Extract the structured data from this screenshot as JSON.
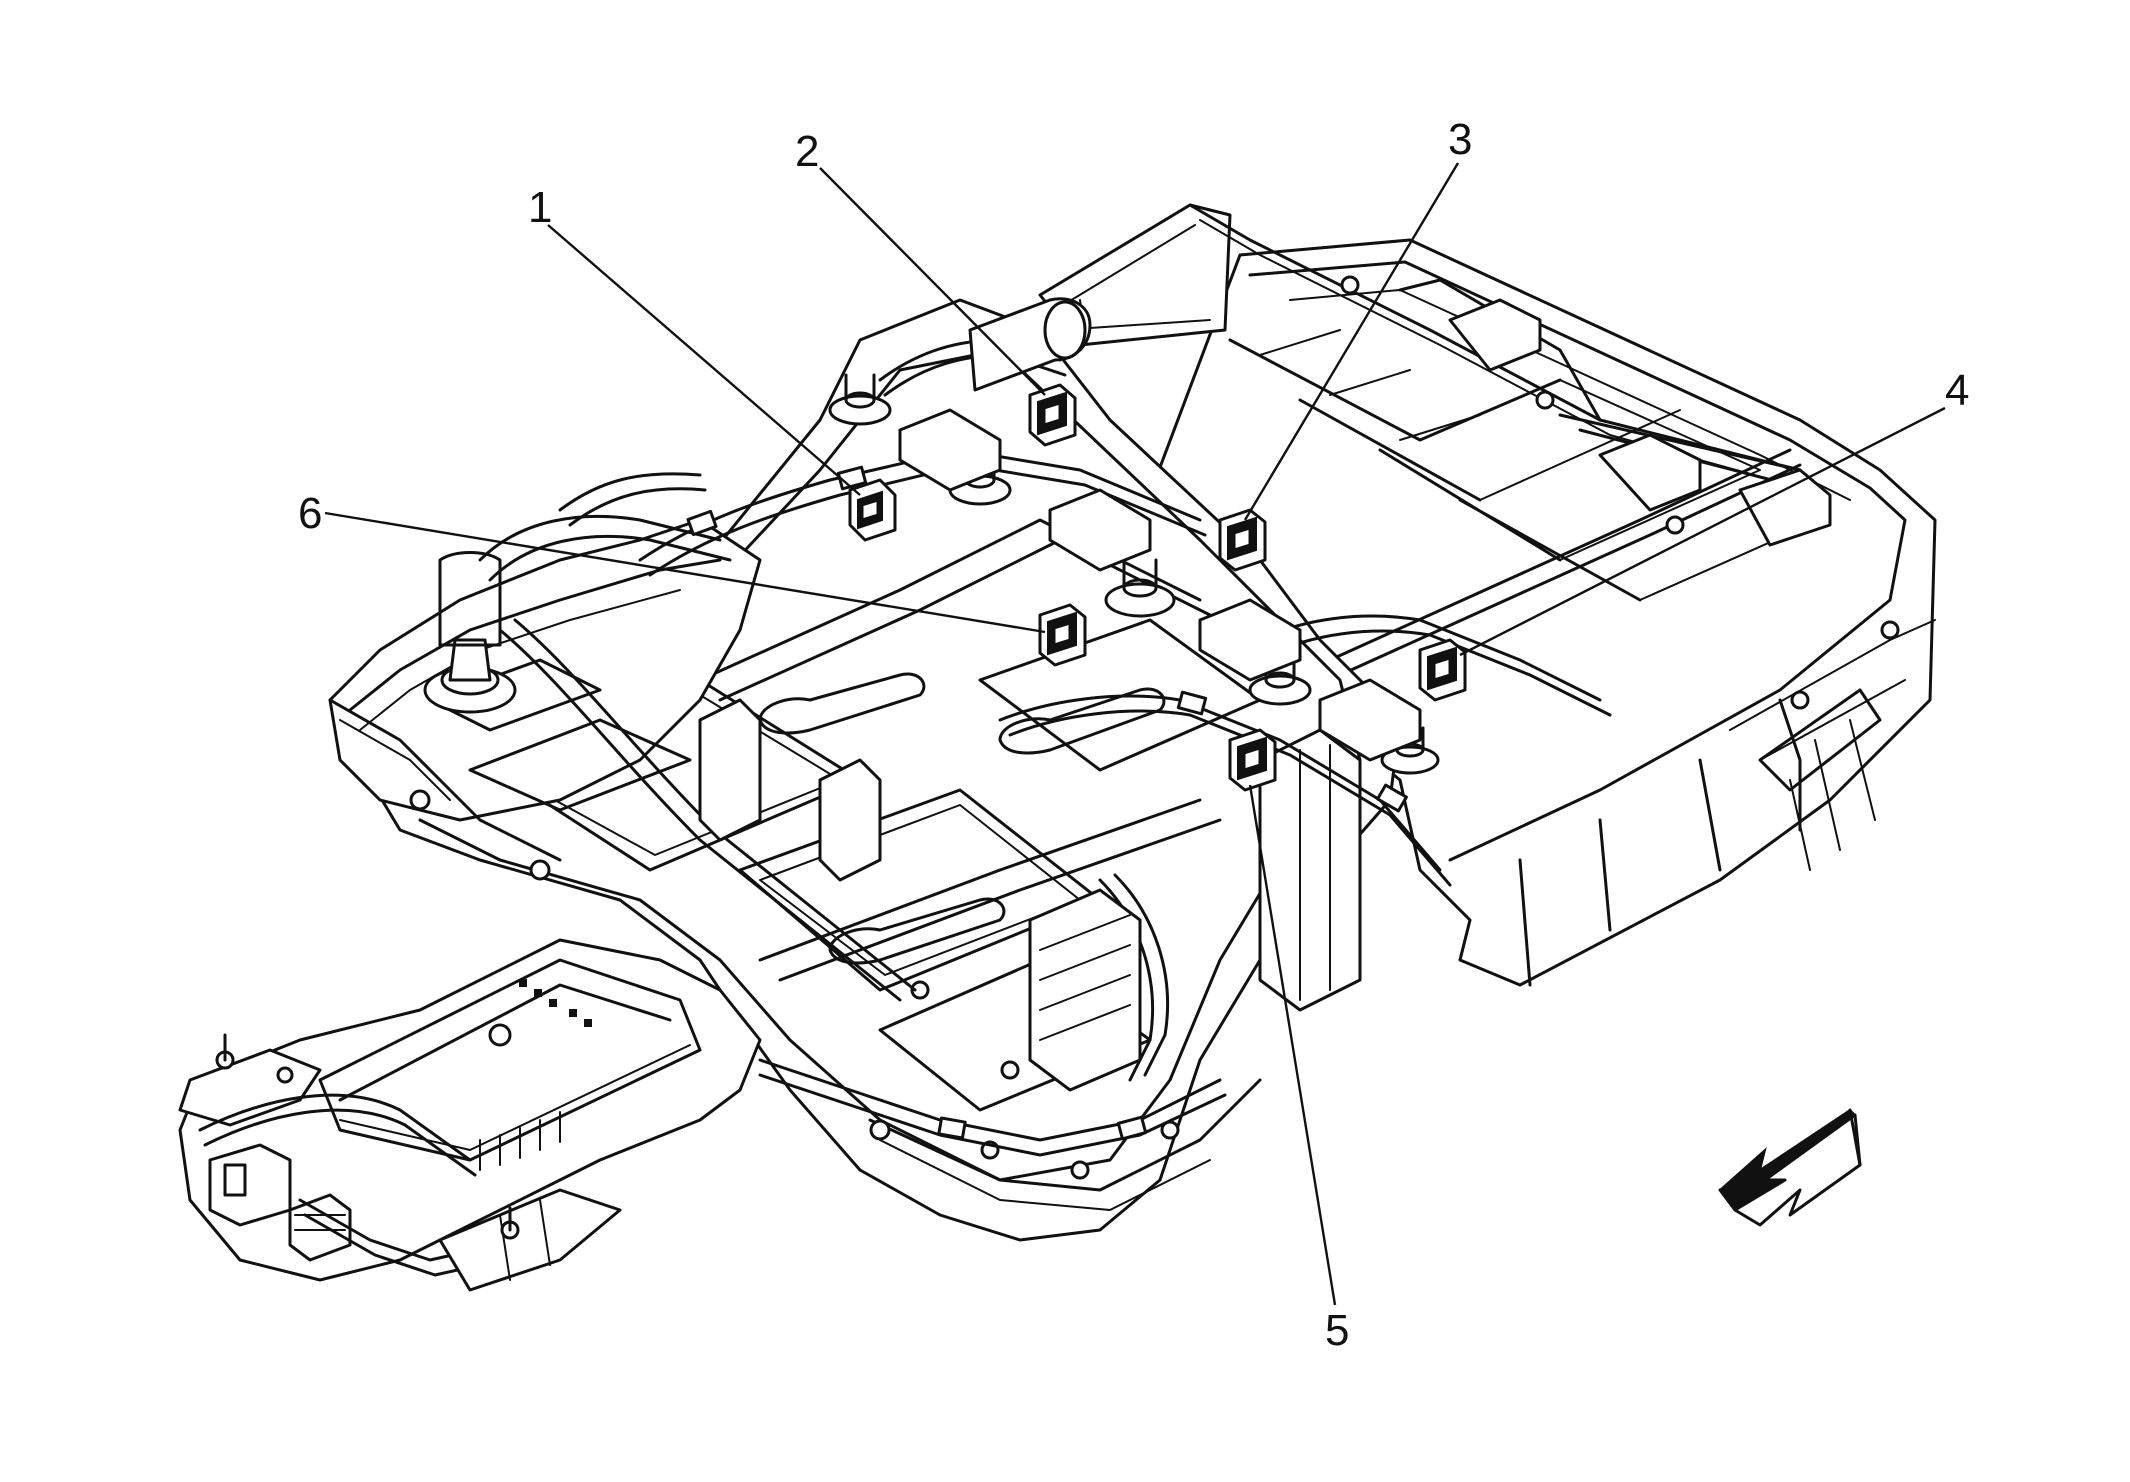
{
  "diagram": {
    "callouts": [
      {
        "id": "1",
        "label": "1"
      },
      {
        "id": "2",
        "label": "2"
      },
      {
        "id": "3",
        "label": "3"
      },
      {
        "id": "4",
        "label": "4"
      },
      {
        "id": "5",
        "label": "5"
      },
      {
        "id": "6",
        "label": "6"
      }
    ],
    "direction_arrow": {
      "icon": "front-direction-arrow-icon"
    }
  }
}
